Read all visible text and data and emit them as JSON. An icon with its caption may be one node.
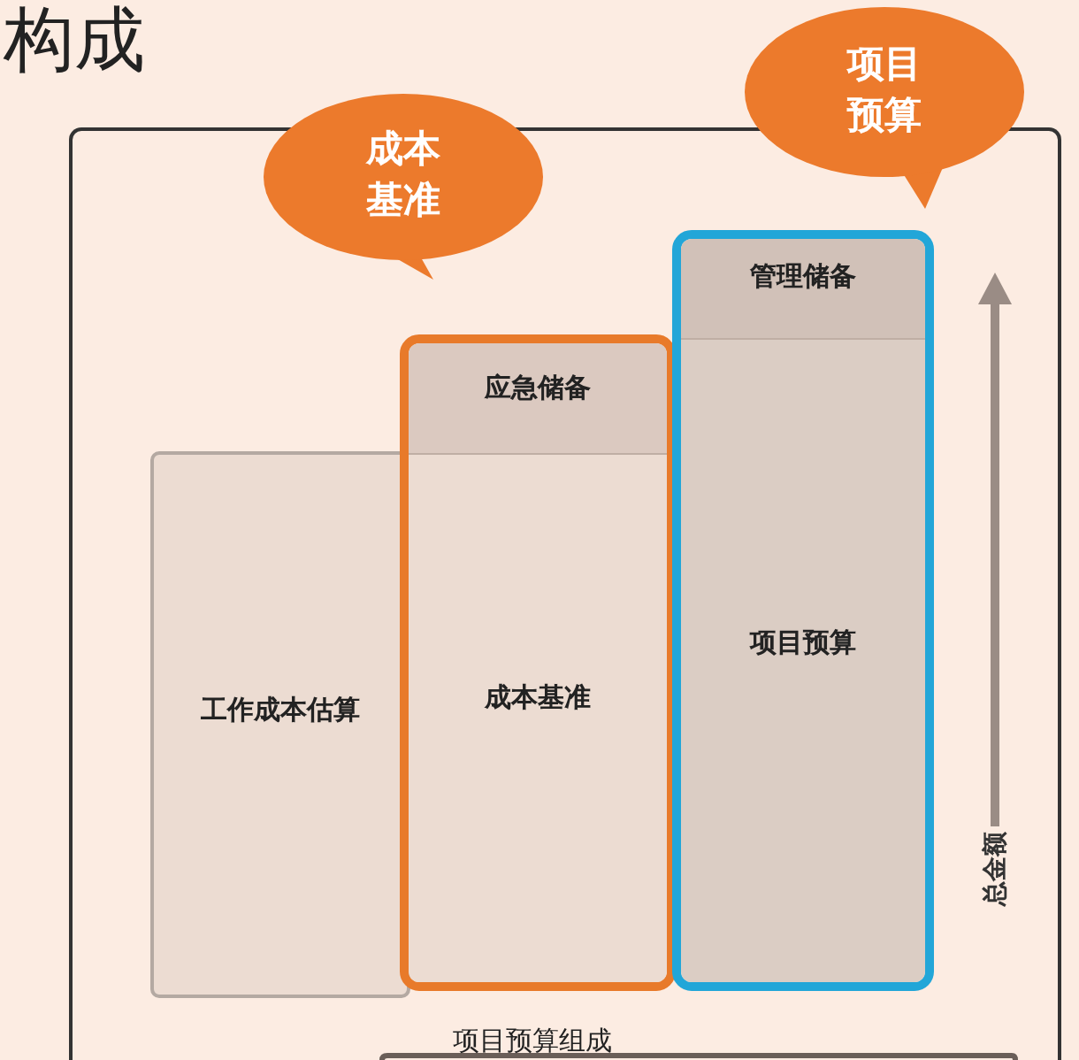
{
  "diagram": {
    "title": "构成",
    "nodes": [
      {
        "text": [
          "项目预算组成"
        ]
      },
      {
        "text": [
          "工作成本估算"
        ],
        "in": 0
      },
      {
        "text": [],
        "shape": "box",
        "in": 0
      },
      {
        "text": [
          "应急储备"
        ],
        "in": 2
      },
      {
        "text": [
          "成本基准"
        ],
        "in": 2
      },
      {
        "text": [],
        "shape": "box",
        "in": 0
      },
      {
        "text": [
          "管理储备"
        ],
        "in": 5
      },
      {
        "text": [
          "项目预算"
        ],
        "in": 5
      },
      {
        "text": [
          "成本基准"
        ]
      },
      {
        "text": [
          "项目预算"
        ]
      }
    ],
    "edges": [],
    "labels": [
      "总金额"
    ]
  }
}
